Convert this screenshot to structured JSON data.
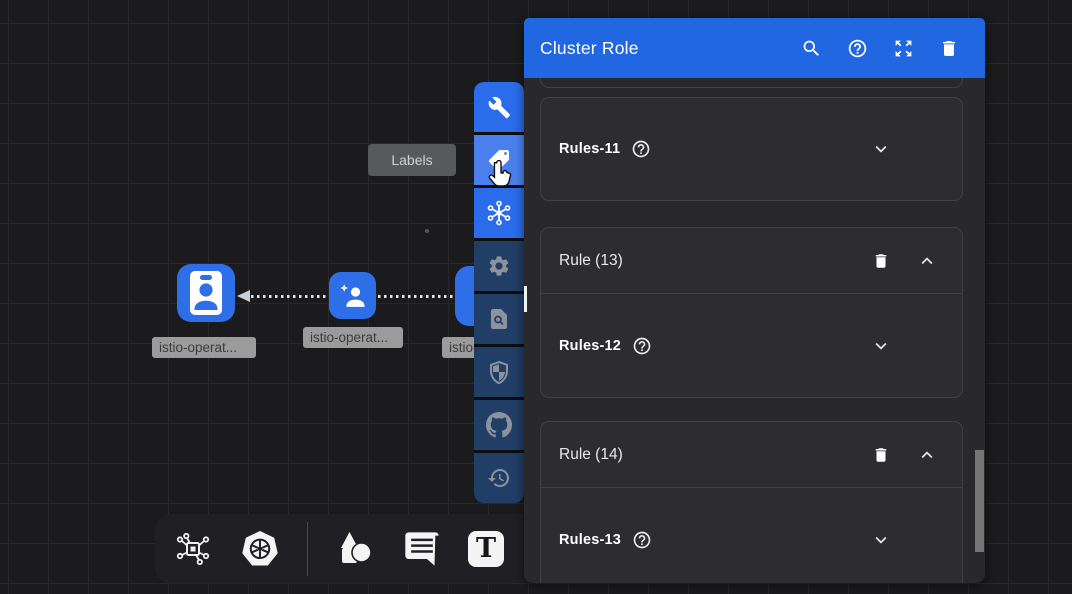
{
  "panel": {
    "title": "Cluster Role",
    "header_icons": [
      "search-icon",
      "help-icon",
      "expand-icon",
      "trash-icon"
    ],
    "sections": [
      {
        "kind": "partial-card"
      },
      {
        "kind": "rules-accordion",
        "label": "Rules-11"
      },
      {
        "kind": "rule-card",
        "label": "Rule (13)",
        "rules_label": "Rules-12"
      },
      {
        "kind": "rule-card",
        "label": "Rule (14)",
        "rules_label": "Rules-13"
      }
    ]
  },
  "tooltip": {
    "label": "Labels"
  },
  "canvas": {
    "nodes": [
      {
        "label": "istio-operat...",
        "icon": "id-badge-icon"
      },
      {
        "label": "istio-operat...",
        "icon": "user-star-icon"
      },
      {
        "label": "istio-operat...",
        "icon": "hidden-behind-toolbar"
      }
    ],
    "edges": [
      {
        "from": "node-2",
        "to": "node-1",
        "style": "dotted",
        "arrow": "left"
      },
      {
        "from": "node-3",
        "to": "node-2",
        "style": "dotted"
      }
    ]
  },
  "side_toolbar": {
    "buttons": [
      "wrench-icon",
      "labels-tag-icon",
      "mesh-hub-icon",
      "settings-gear-icon",
      "doc-search-icon",
      "shield-icon",
      "github-icon",
      "history-icon"
    ],
    "active_button": "labels-tag-icon"
  },
  "bottom_toolbar": {
    "buttons": [
      "network-icon",
      "kubernetes-icon",
      "shapes-icon",
      "comment-icon",
      "text-tool-icon"
    ]
  },
  "colors": {
    "header_blue": "#2267e2",
    "button_blue": "#2b6ceb",
    "button_blue_hover": "#4a80ee",
    "button_navy": "#213e66",
    "node_blue": "#2e6fe8",
    "panel_bg": "#29292c",
    "card_border": "#414144",
    "canvas_bg": "#1b1b1d",
    "label_gray": "#9b9b9b"
  }
}
